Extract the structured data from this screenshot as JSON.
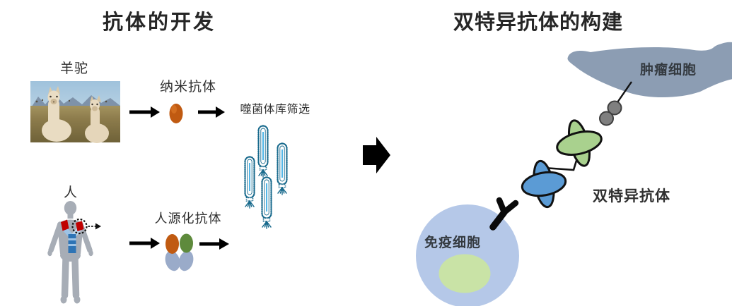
{
  "left_panel": {
    "title": "抗体的开发",
    "alpaca_label": "羊驼",
    "nanobody_label": "纳米抗体",
    "phage_label": "噬菌体库筛选",
    "human_label": "人",
    "humanized_label": "人源化抗体"
  },
  "right_panel": {
    "title": "双特异抗体的构建",
    "tumor_cell_label": "肿瘤细胞",
    "immune_cell_label": "免疫细胞",
    "bispecific_label": "双特异抗体"
  },
  "icons": {
    "alpaca_photo": "alpaca-photo",
    "nanobody": "nanobody-oval-icon",
    "phage": "phage-icon",
    "human_silhouette": "human-silhouette-icon",
    "chest_antibody": "antibody-y-icon",
    "humanized_antibody": "humanized-antibody-icon",
    "flow_arrow": "right-arrow-icon",
    "big_flow_arrow": "big-right-arrow-icon",
    "tumor_cell": "tumor-cell-shape",
    "antigen_beads": "antigen-beads-icon",
    "bispecific_crosses": "bispecific-antibody-icon",
    "immune_receptor": "receptor-y-icon",
    "immune_cell": "immune-cell-shape"
  },
  "colors": {
    "nanobody_orange": "#C05A11",
    "humanized_green": "#5E8A3C",
    "antibody_base_blue": "#9AABC9",
    "antibody_stem_blue": "#2E74B5",
    "antibody_arm_blue": "#9DC3E6",
    "epitope_red": "#C00000",
    "phage_teal": "#17698C",
    "phage_dna_blue": "#53B7E8",
    "bispecific_blue": "#5B9BD5",
    "bispecific_green": "#A9D18E",
    "tumor_gray_blue": "#8C9DB3",
    "immune_cell_blue": "#B5C8E8",
    "nucleus_green": "#C9E3A6",
    "antigen_gray": "#7F7F7F",
    "silhouette_gray": "#A7ADB6",
    "arrow_black": "#000000",
    "outline_black": "#111111"
  }
}
